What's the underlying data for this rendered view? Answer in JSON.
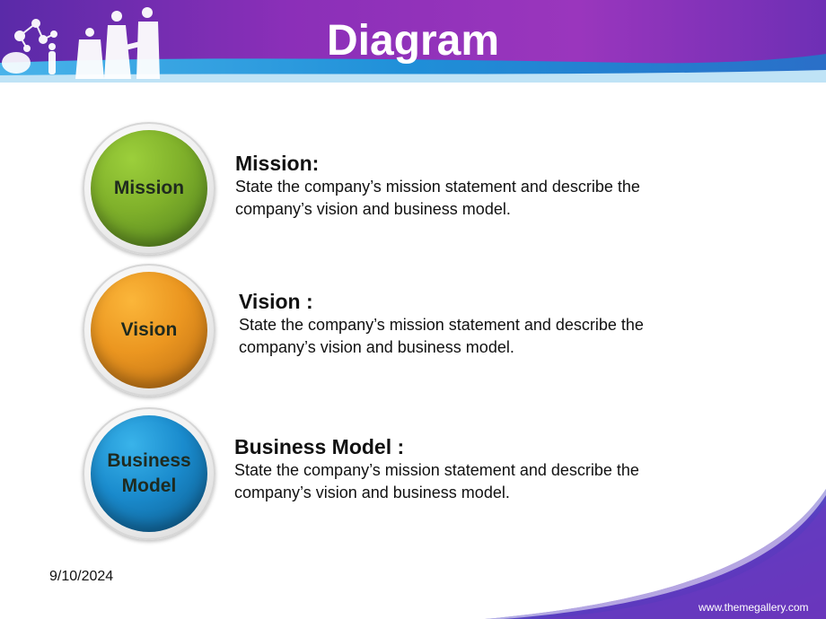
{
  "slide": {
    "title": "Diagram",
    "date": "9/10/2024",
    "footer_url": "www.themegallery.com"
  },
  "colors": {
    "header_purple": "#8b2fb8",
    "header_blue": "#1f8fd8",
    "mission": "#7fb02a",
    "vision": "#eb9620",
    "business_model": "#1a8bcd"
  },
  "items": [
    {
      "circle_label": "Mission",
      "heading": "Mission:",
      "text_line1": "State the company’s mission statement and describe the",
      "text_line2": "company’s vision and business model."
    },
    {
      "circle_label": "Vision",
      "heading": "Vision :",
      "text_line1": "State the company’s mission statement and describe the",
      "text_line2": "company’s vision and business model."
    },
    {
      "circle_label_line1": "Business",
      "circle_label_line2": "Model",
      "heading": "Business Model :",
      "text_line1": "State the company’s mission statement and describe the",
      "text_line2": "company’s vision and business model."
    }
  ],
  "header_art": {
    "icons": [
      "network-molecule-icon",
      "globe-icon",
      "business-people-silhouette"
    ]
  }
}
